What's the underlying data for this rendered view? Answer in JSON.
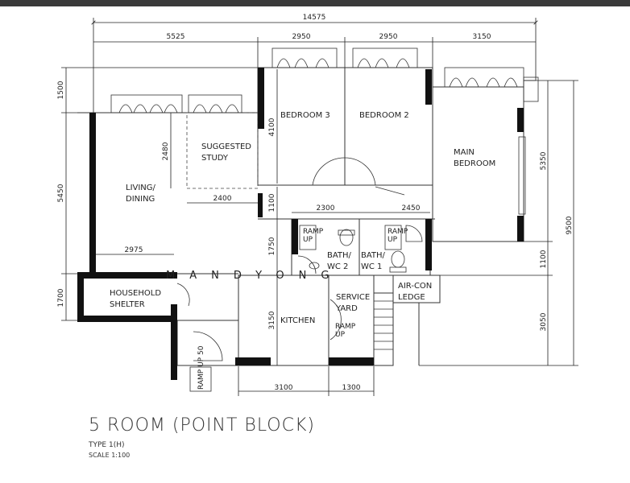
{
  "plan": {
    "dimensions": {
      "overall_width": "14575",
      "top_segments": [
        "5525",
        "2950",
        "2950",
        "3150"
      ],
      "left_segments": [
        "1500",
        "5450",
        "1700"
      ],
      "right_segments": [
        "5350",
        "1100",
        "3050"
      ],
      "right_total": "9500",
      "study_height": "2480",
      "study_width": "2400",
      "bedroom3_height": "4100",
      "corridor_height": "1100",
      "bath_width_left": "2300",
      "bath_width_right": "2450",
      "bath_height": "1750",
      "shelter_width": "2975",
      "kitchen_height": "3150",
      "bottom_segments": [
        "3100",
        "1300"
      ],
      "ramp_label": "RAMP UP 50"
    },
    "rooms": {
      "bedroom3": "BEDROOM 3",
      "bedroom2": "BEDROOM 2",
      "main_bedroom": [
        "MAIN",
        "BEDROOM"
      ],
      "study": [
        "SUGGESTED",
        "STUDY"
      ],
      "living": [
        "LIVING/",
        "DINING"
      ],
      "bath2": [
        "BATH/",
        "WC 2"
      ],
      "bath1": [
        "BATH/",
        "WC 1"
      ],
      "ramp_up": [
        "RAMP",
        "UP"
      ],
      "shelter": [
        "HOUSEHOLD",
        "SHELTER"
      ],
      "service_yard": [
        "SERVICE",
        "YARD"
      ],
      "kitchen": "KITCHEN",
      "aircon": [
        "AIR-CON",
        "LEDGE"
      ]
    },
    "watermark": "MANDYONG"
  },
  "title": {
    "name": "5 ROOM (POINT BLOCK)",
    "type": "TYPE 1(H)",
    "scale": "SCALE 1:100"
  }
}
